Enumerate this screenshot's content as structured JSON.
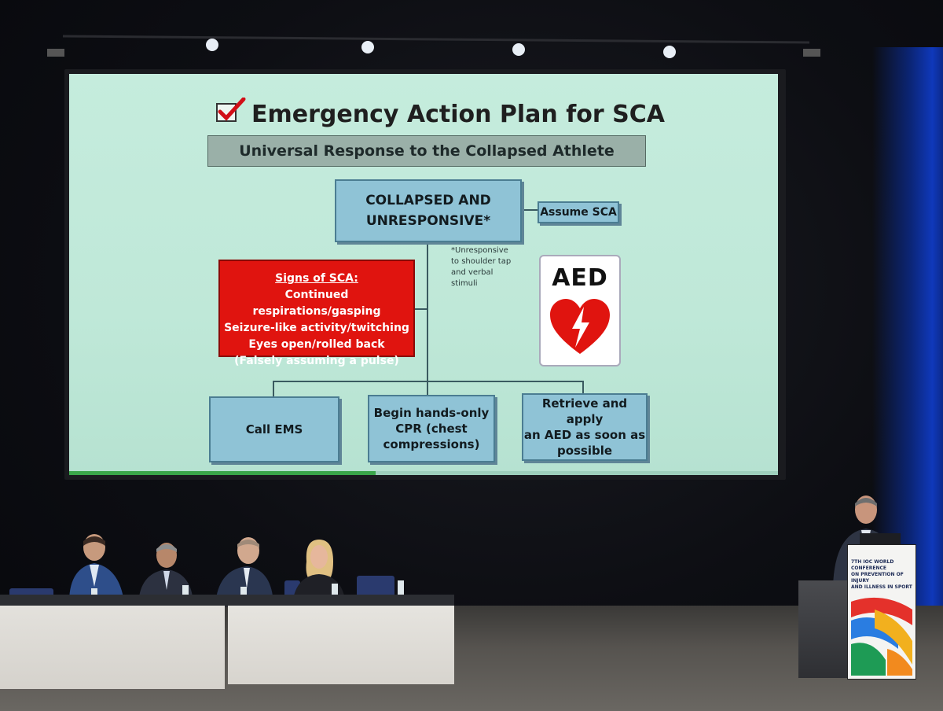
{
  "slide": {
    "title": "Emergency Action Plan for SCA",
    "subtitle": "Universal Response to the Collapsed Athlete",
    "main_box_line1": "COLLAPSED AND",
    "main_box_line2": "UNRESPONSIVE*",
    "assume_box": "Assume SCA",
    "note_lines": [
      "*Unresponsive",
      "to shoulder tap",
      "and verbal",
      "stimuli"
    ],
    "signs_heading": "Signs of SCA:",
    "signs_items": [
      "Continued respirations/gasping",
      "Seizure-like activity/twitching",
      "Eyes open/rolled back",
      "(Falsely assuming a pulse)"
    ],
    "aed_label": "AED",
    "action_ems": "Call EMS",
    "action_cpr_lines": [
      "Begin hands-only",
      "CPR (chest",
      "compressions)"
    ],
    "action_aed_lines": [
      "Retrieve and apply",
      "an AED as soon as",
      "possible"
    ]
  },
  "lectern": {
    "conference_lines": [
      "7TH IOC WORLD CONFERENCE",
      "ON PREVENTION OF INJURY",
      "AND ILLNESS IN SPORT"
    ]
  },
  "colors": {
    "slide_background": "#c5ecdd",
    "box_fill": "#8fc3d6",
    "signs_fill": "#e0140f",
    "stage_curtain": "#1040d8"
  },
  "icons": [
    "checkbox-check-icon",
    "aed-heart-icon",
    "lightning-bolt-icon"
  ]
}
